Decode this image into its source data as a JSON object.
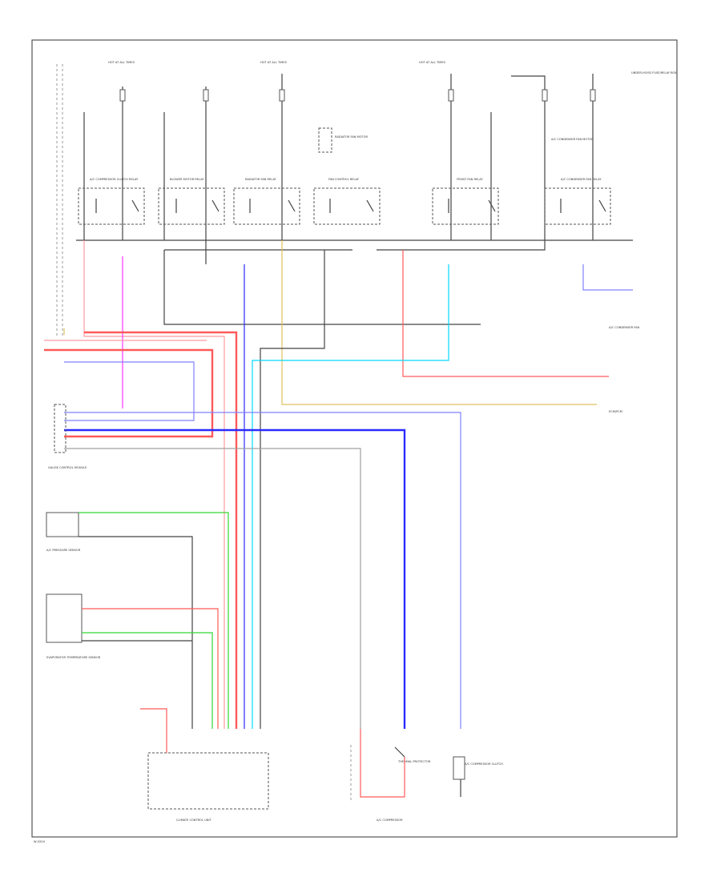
{
  "colors": {
    "wire_black": "#444444",
    "wire_red": "#ff5a5a",
    "wire_pink": "#ff9aa0",
    "wire_magenta": "#ff33ff",
    "wire_blue": "#2a2aff",
    "wire_light_blue": "#8080ff",
    "wire_cyan": "#00d8ff",
    "wire_green": "#33d633",
    "wire_yellow": "#e0c060",
    "wire_gray": "#a0a0a0"
  },
  "headers": [
    "HOT AT ALL TIMES",
    "HOT AT ALL TIMES",
    "HOT AT ALL TIMES"
  ],
  "relays": [
    {
      "name": "A/C COMPRESSOR CLUTCH RELAY"
    },
    {
      "name": "BLOWER MOTOR RELAY"
    },
    {
      "name": "RADIATOR FAN RELAY"
    },
    {
      "name": "FAN CONTROL RELAY"
    },
    {
      "name": "FRONT FAN RELAY"
    },
    {
      "name": "A/C CONDENSER FAN RELAY"
    }
  ],
  "labels": {
    "top_right": "UNDER-HOOD FUSE/RELAY BOX",
    "radiator_fan_motor": "RADIATOR FAN MOTOR",
    "ac_condenser_fan_motor": "A/C CONDENSER FAN MOTOR",
    "condenser_fan": "A/C CONDENSER FAN",
    "gauge_control": "GAUGE CONTROL MODULE",
    "ecm_pcm": "ECM/PCM",
    "ac_pressure_sensor": "A/C PRESSURE SENSOR",
    "evap_temp_sensor": "EVAPORATOR TEMPERATURE SENSOR",
    "climate_unit": "CLIMATE CONTROL UNIT",
    "compressor": "A/C COMPRESSOR",
    "thermal_protector": "THERMAL PROTECTOR",
    "clutch": "A/C COMPRESSOR CLUTCH",
    "figure_id": "W-0204"
  }
}
